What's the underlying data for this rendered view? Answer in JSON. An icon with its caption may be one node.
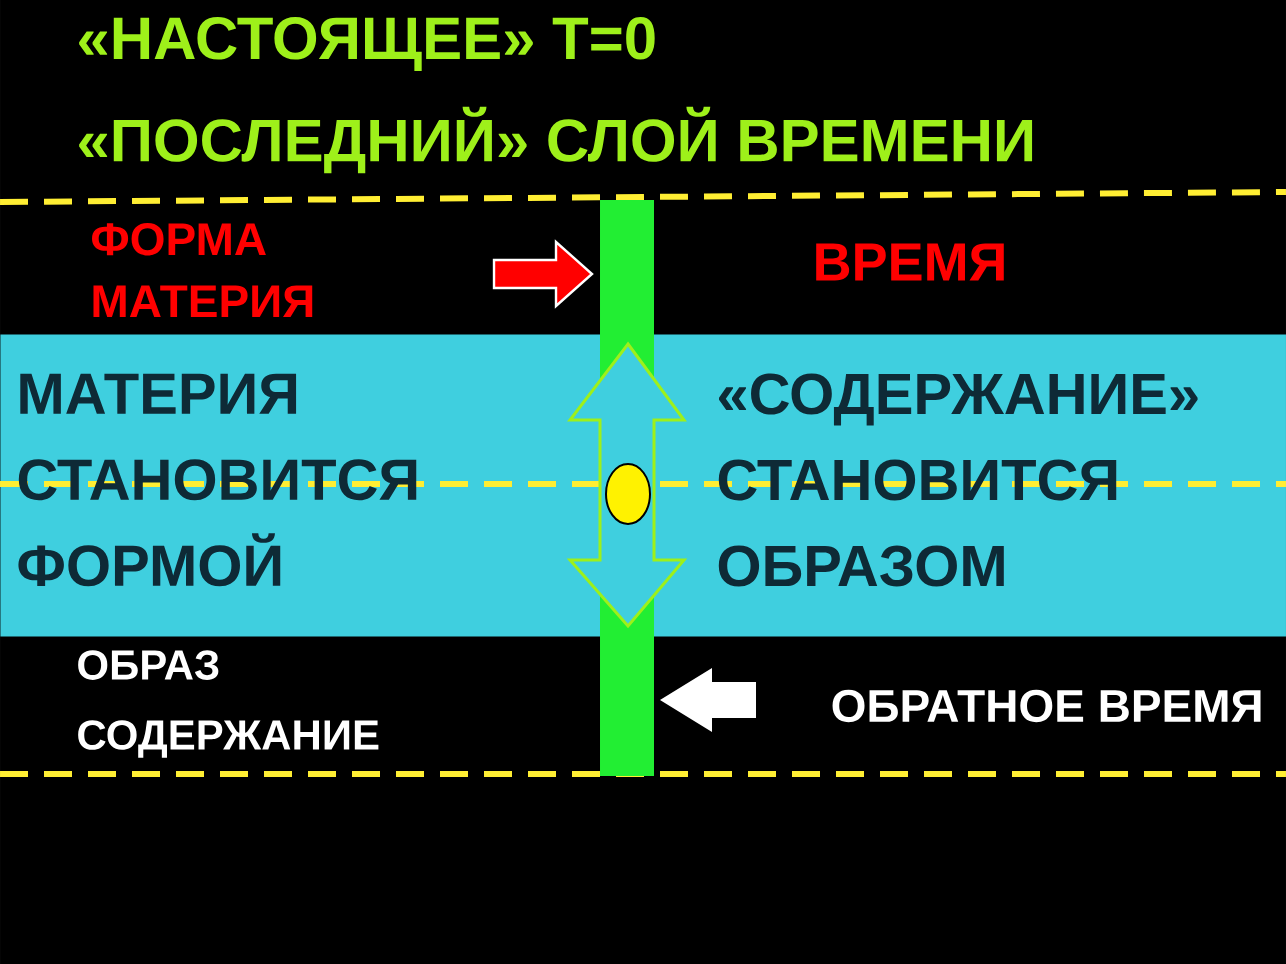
{
  "diagram": {
    "title": "«НАСТОЯЩЕЕ» Т=0",
    "nodes": [
      {
        "text": [
          "МАТЕРИЯ СТАНОВИТСЯ ФОРМОЙ",
          "«СОДЕРЖАНИЕ» СТАНОВИТСЯ ОБРАЗОМ"
        ]
      }
    ],
    "labels": [
      "«ПОСЛЕДНИЙ» СЛОЙ ВРЕМЕНИ",
      "ФОРМА МАТЕРИЯ",
      "ВРЕМЯ",
      "ОБРАЗ СОДЕРЖАНИЕ",
      "ОБРАТНОЕ ВРЕМЯ"
    ]
  }
}
